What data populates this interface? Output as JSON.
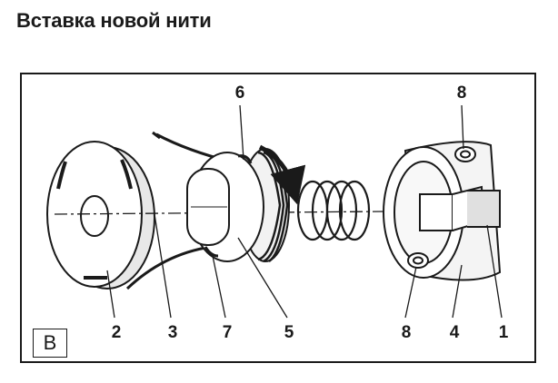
{
  "title": "Вставка новой нити",
  "figure_label": "B",
  "callouts": {
    "top_left": "6",
    "top_right": "8",
    "bottom": [
      "2",
      "3",
      "7",
      "5",
      "8",
      "4",
      "1"
    ]
  },
  "colors": {
    "ink": "#1a1a1a",
    "fill": "#ffffff",
    "shade": "#d8d8d8"
  }
}
